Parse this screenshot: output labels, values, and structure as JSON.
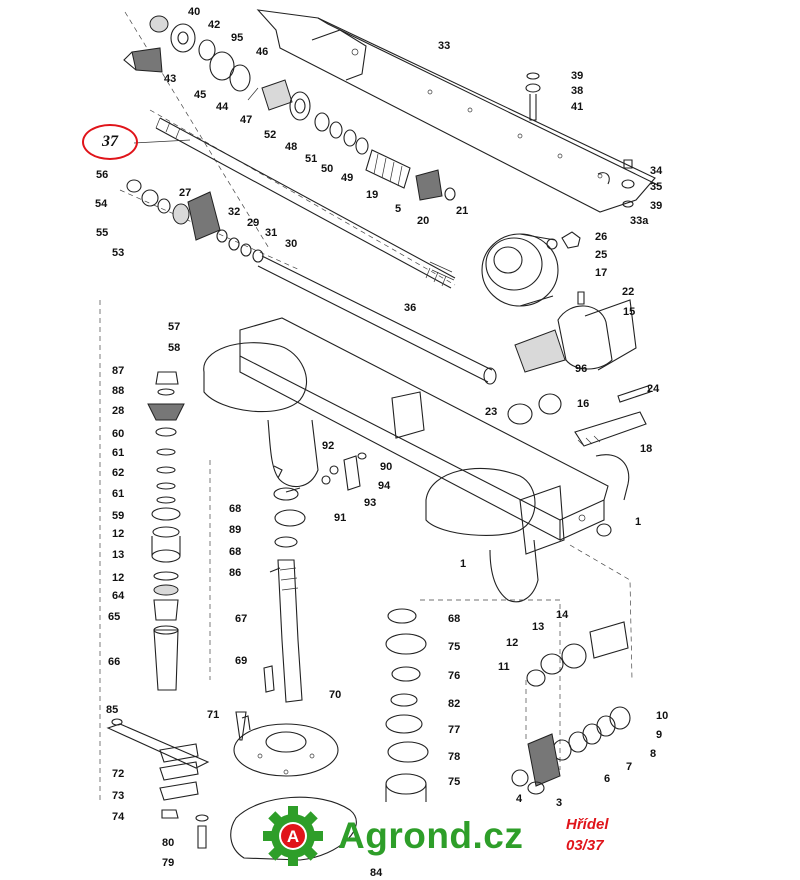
{
  "highlight": {
    "label": "37",
    "color": "#e0141a"
  },
  "parts": {
    "p40": "40",
    "p42": "42",
    "p95": "95",
    "p46": "46",
    "p43": "43",
    "p45": "45",
    "p44": "44",
    "p47": "47",
    "p52": "52",
    "p48": "48",
    "p51": "51",
    "p50": "50",
    "p49": "49",
    "p19": "19",
    "p5": "5",
    "p20": "20",
    "p21": "21",
    "p33": "33",
    "p39a": "39",
    "p38": "38",
    "p41": "41",
    "p34": "34",
    "p35": "35",
    "p39b": "39",
    "p33a": "33a",
    "p56": "56",
    "p27": "27",
    "p32": "32",
    "p54": "54",
    "p29": "29",
    "p31": "31",
    "p55": "55",
    "p30": "30",
    "p53": "53",
    "p26": "26",
    "p25": "25",
    "p17": "17",
    "p22": "22",
    "p15": "15",
    "p36": "36",
    "p57": "57",
    "p58": "58",
    "p96": "96",
    "p24": "24",
    "p87": "87",
    "p88": "88",
    "p28": "28",
    "p16": "16",
    "p23": "23",
    "p18": "18",
    "p60": "60",
    "p61a": "61",
    "p62": "62",
    "p61b": "61",
    "p92": "92",
    "p90": "90",
    "p94": "94",
    "p93": "93",
    "p91": "91",
    "p59": "59",
    "p68a": "68",
    "p12a": "12",
    "p89": "89",
    "p1a": "1",
    "p13a": "13",
    "p68b": "68",
    "p12b": "12",
    "p86": "86",
    "p1b": "1",
    "p64": "64",
    "p65": "65",
    "p67": "67",
    "p68c": "68",
    "p14": "14",
    "p75a": "75",
    "p12c": "12",
    "p13b": "13",
    "p66": "66",
    "p69": "69",
    "p76": "76",
    "p11": "11",
    "p70": "70",
    "p82": "82",
    "p10": "10",
    "p85": "85",
    "p71": "71",
    "p77": "77",
    "p9": "9",
    "p8": "8",
    "p78": "78",
    "p7": "7",
    "p72": "72",
    "p6": "6",
    "p75b": "75",
    "p73": "73",
    "p3": "3",
    "p4": "4",
    "p74": "74",
    "p80": "80",
    "p79": "79",
    "p84": "84"
  },
  "brand": {
    "name": "Agrond.cz",
    "logo_letter": "A",
    "green": "#2e9e29",
    "red": "#e0141a"
  },
  "caption": {
    "line1": "Hřídel",
    "line2": "03/37"
  }
}
